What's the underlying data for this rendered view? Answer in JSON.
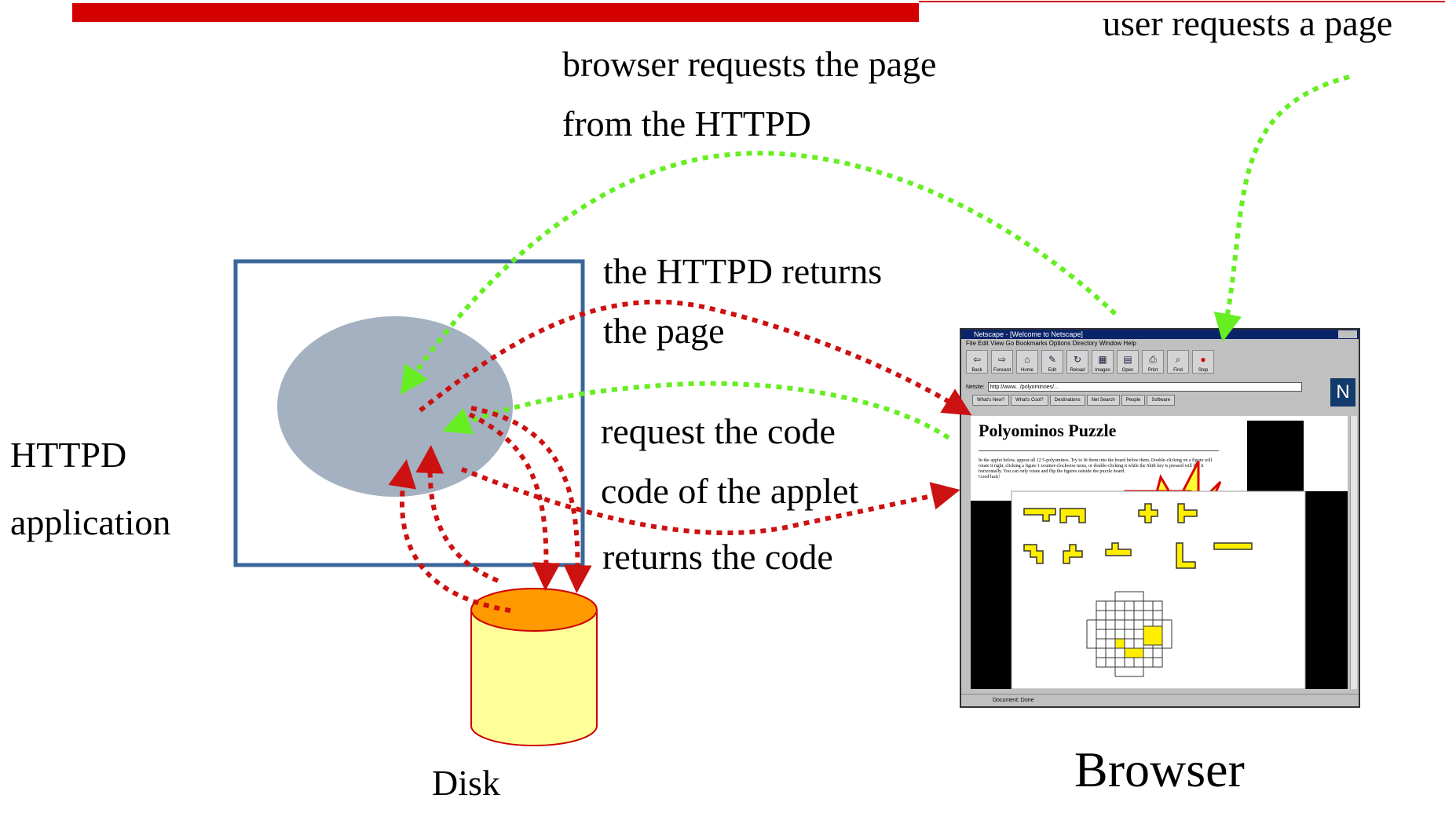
{
  "labels": {
    "user_requests": "user requests a page",
    "browser_requests_line1": "browser requests the page",
    "browser_requests_line2": "from the HTTPD",
    "returns_page_line1": "the HTTPD returns",
    "returns_page_line2": "the page",
    "request_code": "request the code",
    "code_of_applet": "code of the applet",
    "returns_code": "returns the code",
    "httpd_line1": "HTTPD",
    "httpd_line2": "application",
    "disk": "Disk",
    "browser": "Browser"
  },
  "browser_window": {
    "title": "Netscape - [Welcome to Netscape]",
    "menu": "File  Edit  View  Go  Bookmarks  Options  Directory  Window  Help",
    "toolbar": [
      "Back",
      "Forward",
      "Home",
      "Edit",
      "Reload",
      "Images",
      "Open",
      "Print",
      "Find",
      "Stop"
    ],
    "location_label": "Netsite:",
    "location_value": "http://www.../polyominoes/...",
    "directory_buttons": [
      "What's New?",
      "What's Cool?",
      "Destinations",
      "Net Search",
      "People",
      "Software"
    ],
    "logo": "N",
    "page_title": "Polyominos Puzzle",
    "page_body": "In the applet below, appear all 12 5-polyominos. Try to fit them into the board below them. Double-clicking on a figure will rotate it right, clicking a figure 1 counter-clockwise turns, or double-clicking it while the Shift key is pressed will flip it horizontally. You can only rotate and flip the figures outside the puzzle board.",
    "good_luck": "Good luck!",
    "status": "Document: Done"
  },
  "colors": {
    "red_bar": "#d40000",
    "request_arrow": "#66ee22",
    "response_arrow": "#cc1111",
    "server_box": "#3a6699",
    "process_ellipse": "#a3b1c0",
    "disk_top": "#ff9900",
    "disk_body": "#ffff99",
    "disk_edge": "#cc0000"
  }
}
